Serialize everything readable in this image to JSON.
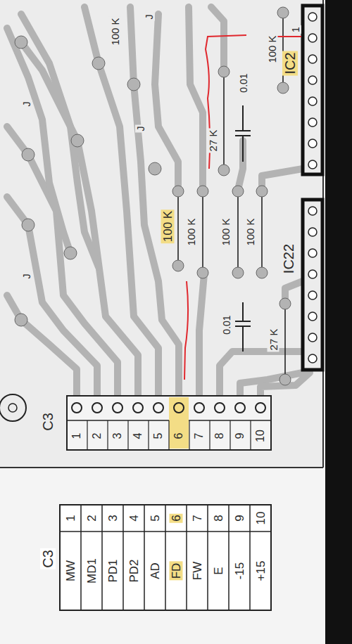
{
  "diagram": {
    "labels": [
      "100 K",
      "J",
      "J",
      "J",
      "J",
      "100 K",
      "27 K",
      "0.01",
      "1",
      "IC2",
      "100 K",
      "100 K",
      "100 K",
      "100 K",
      "IC22",
      "0.01",
      "27 K",
      "C3",
      "1",
      "2",
      "3",
      "4",
      "5",
      "6",
      "7",
      "8",
      "9",
      "10",
      "C3",
      "MW",
      "1",
      "MD1",
      "2",
      "PD1",
      "3",
      "PD2",
      "4",
      "AD",
      "5",
      "FD",
      "6",
      "FW",
      "7",
      "E",
      "8",
      "-15",
      "9",
      "+15",
      "10"
    ]
  }
}
